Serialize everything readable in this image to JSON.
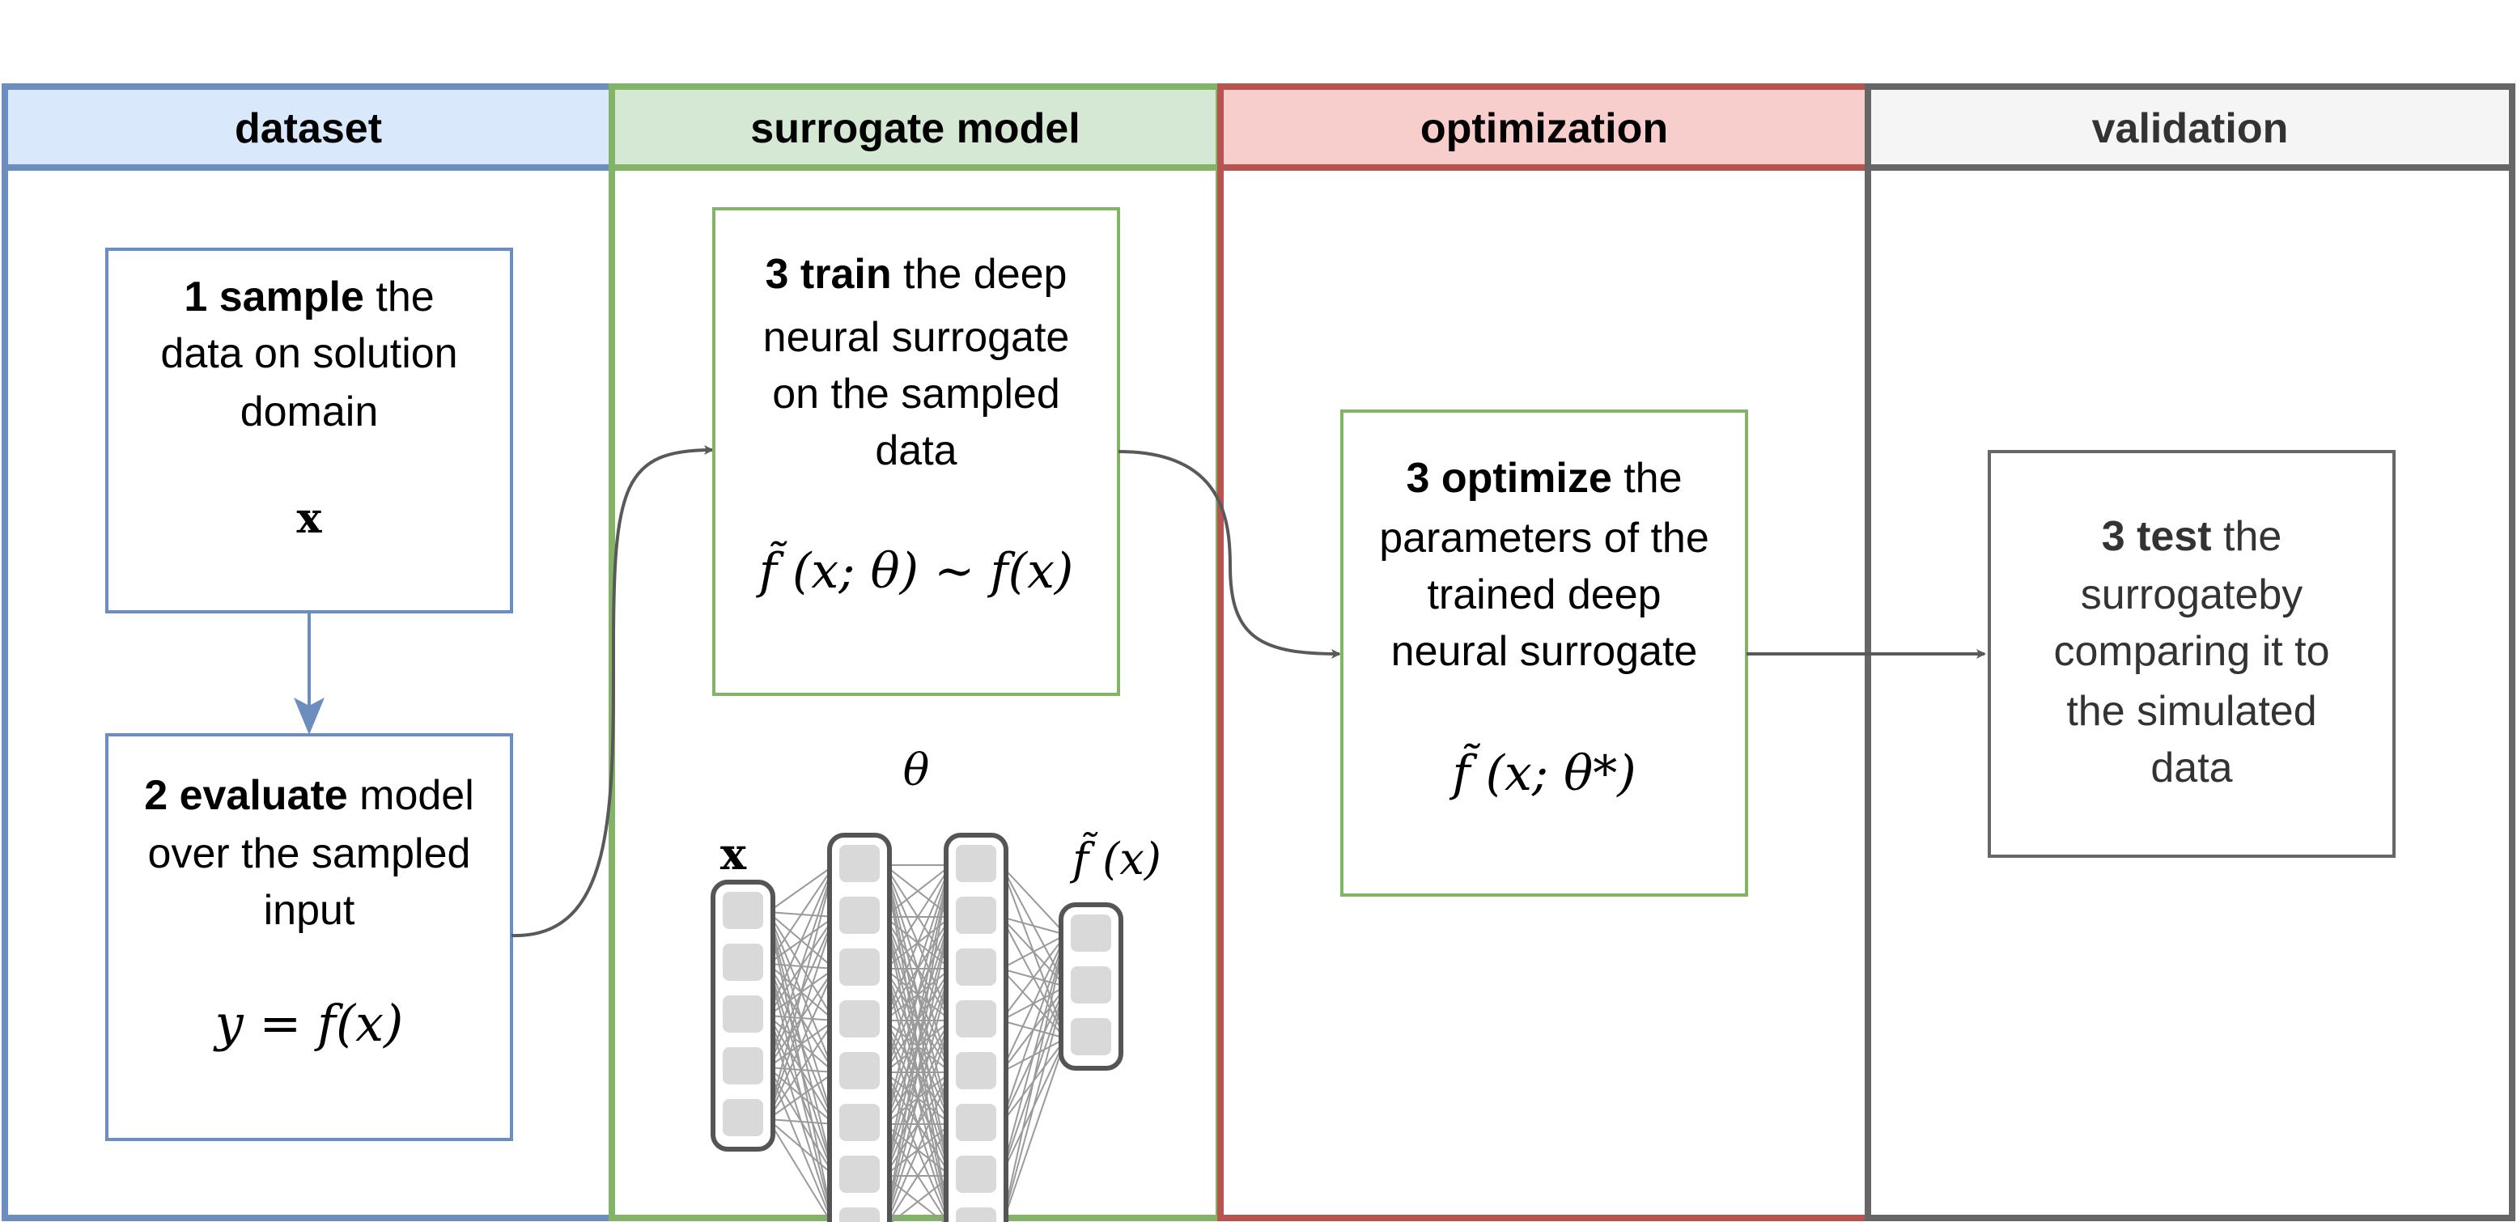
{
  "lanes": [
    {
      "id": "dataset",
      "title": "dataset",
      "stroke": "#6c8ebf",
      "fill": "#dae8fc"
    },
    {
      "id": "surrogate",
      "title": "surrogate model",
      "stroke": "#82b366",
      "fill": "#d5e8d4"
    },
    {
      "id": "optimization",
      "title": "optimization",
      "stroke": "#b85450",
      "fill": "#f8cecc"
    },
    {
      "id": "validation",
      "title": "validation",
      "stroke": "#666666",
      "fill": "#f5f5f5"
    }
  ],
  "steps": {
    "sample": {
      "bold": "1 sample",
      "line1": " the",
      "line2": "data on solution",
      "line3": "domain",
      "math": "x"
    },
    "evaluate": {
      "bold": "2 evaluate",
      "line1": " model",
      "line2": "over the sampled",
      "line3": "input",
      "math": "y = f(x)"
    },
    "train": {
      "bold": "3 train",
      "line1": " the deep",
      "line2": "neural surrogate",
      "line3": "on the sampled",
      "line4": "data",
      "math": "f̃ (x; θ) ∼ f(x)"
    },
    "optimize": {
      "bold": "3 optimize",
      "line1": " the",
      "line2": "parameters of the",
      "line3": "trained deep",
      "line4": "neural surrogate",
      "math": "f̃ (x; θ*)"
    },
    "test": {
      "bold": "3 test",
      "line1": " the",
      "line2": "surrogateby",
      "line3": "comparing it to",
      "line4": "the simulated",
      "line5": "data"
    }
  },
  "network": {
    "theta": "θ",
    "input": "x",
    "output": "f̃ (x)",
    "layer_nodes": [
      5,
      8,
      8,
      3
    ]
  },
  "colors": {
    "arrow": "#595959",
    "blue_arrow": "#6c8ebf",
    "node_fill": "#d9d9d9",
    "node_stroke": "#555555"
  }
}
